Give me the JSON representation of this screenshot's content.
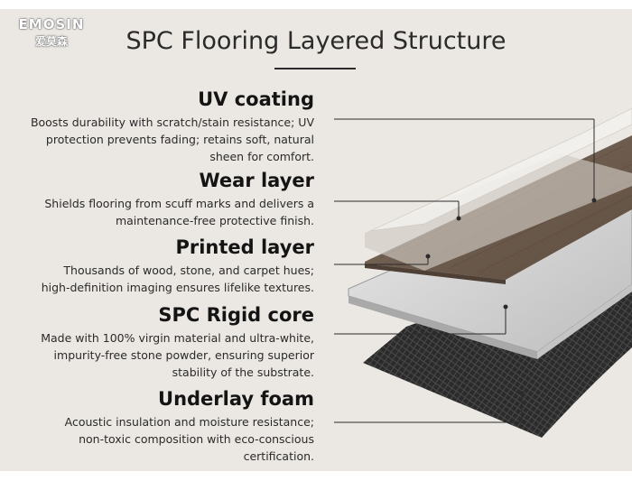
{
  "brand": {
    "name": "EMOSIN",
    "name_cn": "爱莫森"
  },
  "title": "SPC Flooring Layered Structure",
  "layers": [
    {
      "name": "UV coating",
      "description": [
        "Boosts durability with scratch/stain resistance; UV",
        "protection prevents fading; retains soft, natural",
        "sheen for comfort."
      ]
    },
    {
      "name": "Wear layer",
      "description": [
        "Shields flooring from scuff marks and delivers a",
        "maintenance-free protective finish."
      ]
    },
    {
      "name": "Printed layer",
      "description": [
        "Thousands of wood, stone, and carpet hues;",
        "high-definition imaging ensures lifelike textures."
      ]
    },
    {
      "name": "SPC Rigid core",
      "description": [
        "Made with 100% virgin material and ultra-white,",
        "impurity-free stone powder, ensuring superior",
        "stability of the substrate."
      ]
    },
    {
      "name": "Underlay foam",
      "description": [
        "Acoustic insulation and moisture resistance;",
        "non-toxic composition with eco-conscious",
        "certification."
      ]
    }
  ],
  "colors": {
    "background": "#ebe8e3",
    "wood": "#7a6a5a",
    "core": "#d9d9d9",
    "foam": "#2a2a2a"
  }
}
